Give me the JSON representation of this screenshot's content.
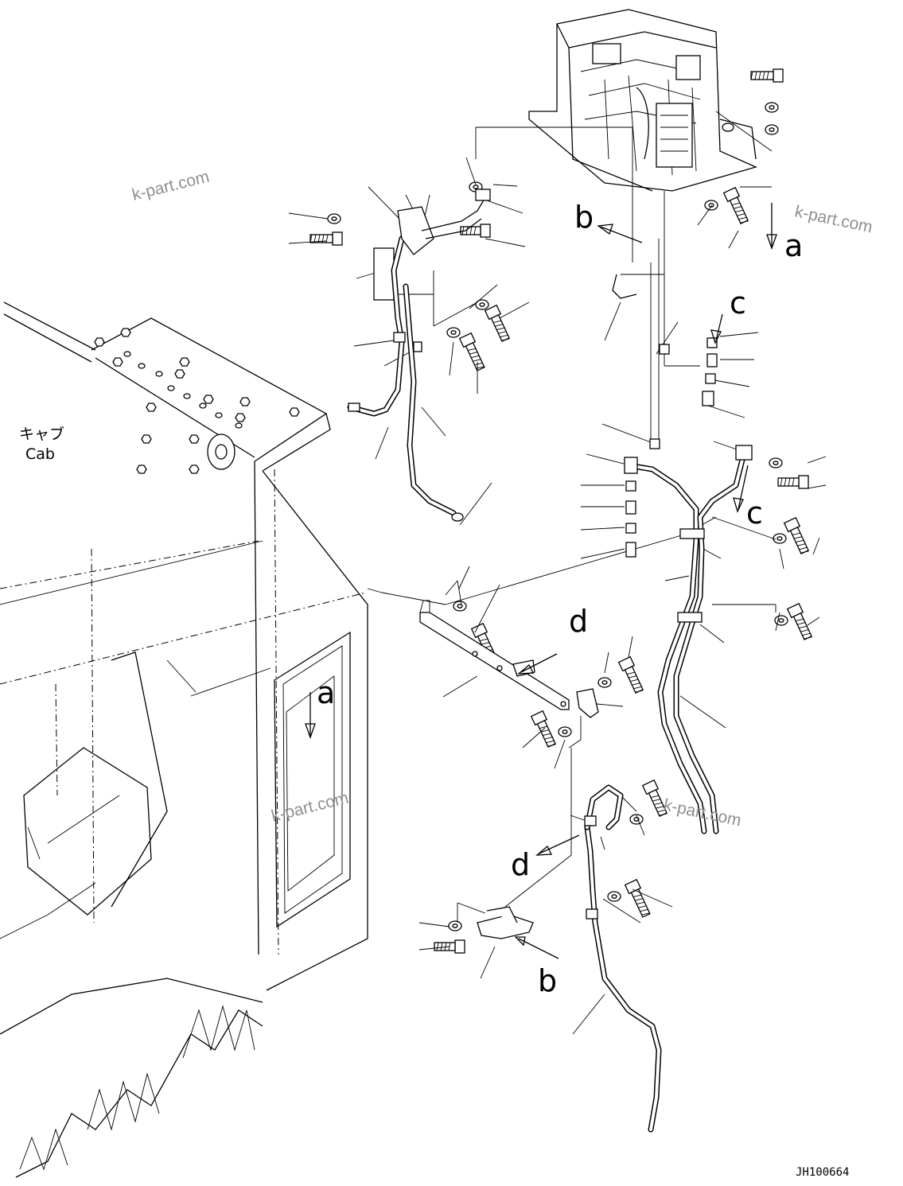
{
  "labels": {
    "cab_jp": "キャブ",
    "cab_en": "Cab",
    "view_a": "a",
    "view_b": "b",
    "view_c": "c",
    "view_d": "d"
  },
  "watermark": "k-part.com",
  "drawing_code": "JH100664",
  "colors": {
    "line": "#000000",
    "watermark": "#8f8f8f",
    "background": "#ffffff"
  }
}
